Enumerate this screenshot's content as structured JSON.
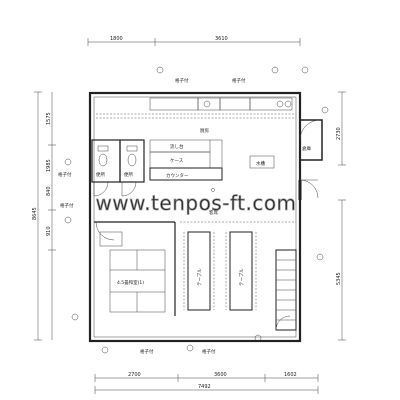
{
  "diagram": {
    "dimensions": {
      "top_left": "1800",
      "top_right": "3610",
      "bottom_left": "2700",
      "bottom_mid": "3600",
      "bottom_right": "1602",
      "bottom_total": "7492",
      "left_segment": "1575",
      "left_total": "8645",
      "right_segment": "2730",
      "right_total": "5345",
      "mark_a": "1985",
      "mark_b": "840",
      "mark_c": "910"
    },
    "rooms": {
      "lattice_top_1": "格子付",
      "lattice_top_2": "格子付",
      "lattice_left_1": "格子付",
      "lattice_left_2": "格子付",
      "lattice_bottom_1": "格子付",
      "lattice_bottom_2": "格子付",
      "kitchen": "厨房",
      "sink": "流し台",
      "case": "ケース",
      "counter": "カウンター",
      "toilet_1": "便所",
      "toilet_2": "便所",
      "water_tank": "水槽",
      "storage": "倉庫",
      "floor_area": "客席",
      "tatami_room": "4.5畳和室(1)",
      "table_1": "テーブル",
      "table_2": "テーブル"
    },
    "watermark": "www.tenpos-ft.com"
  }
}
